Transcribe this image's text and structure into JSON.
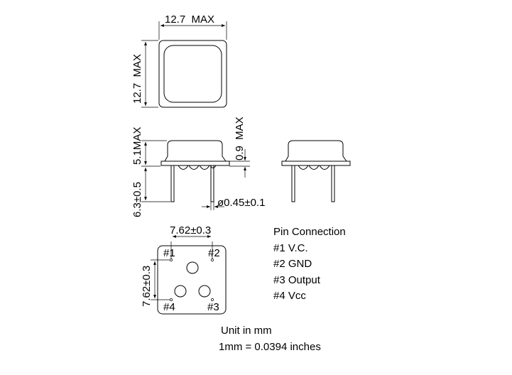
{
  "top_view": {
    "width_label": "12.7  MAX",
    "height_label": "12.7  MAX"
  },
  "side_view": {
    "body_height_label": "5.1MAX",
    "pin_length_label": "6.3±0.5",
    "standoff_label": "0.9  MAX",
    "pin_diameter_label": "ø0.45±0.1"
  },
  "bottom_view": {
    "pin_spacing_x_label": "7.62±0.3",
    "pin_spacing_y_label": "7.62±0.3",
    "pins": [
      {
        "tag": "#1"
      },
      {
        "tag": "#2"
      },
      {
        "tag": "#4"
      },
      {
        "tag": "#3"
      }
    ]
  },
  "pin_connection": {
    "title": "Pin Connection",
    "items": [
      "#1 V.C.",
      "#2 GND",
      "#3 Output",
      "#4 Vcc"
    ]
  },
  "units": {
    "unit_line": "Unit in mm",
    "conversion_line": "1mm = 0.0394 inches"
  }
}
